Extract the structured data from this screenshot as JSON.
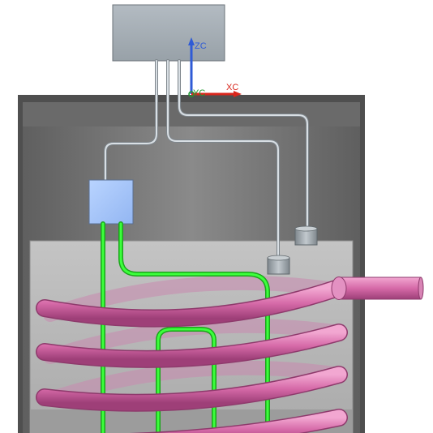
{
  "viewport": {
    "background": "#ffffff",
    "triad": {
      "zc": "ZC",
      "xc": "XC",
      "yc": "YC",
      "zc_color": "#2f5bd6",
      "xc_color": "#d9261c",
      "yc_color": "#1e9a2e"
    }
  },
  "colors": {
    "control_box": "#a9b2ba",
    "tank_wall": "#6f6f6f",
    "tank_inner": "#858585",
    "water": "#b3b3b3",
    "pipe_gray": "#cfd6dc",
    "junction_box": "#a8c8ff",
    "green_wire": "#22ee22",
    "coil_pink": "#d66aa8",
    "sensor": "#9aa3aa"
  }
}
